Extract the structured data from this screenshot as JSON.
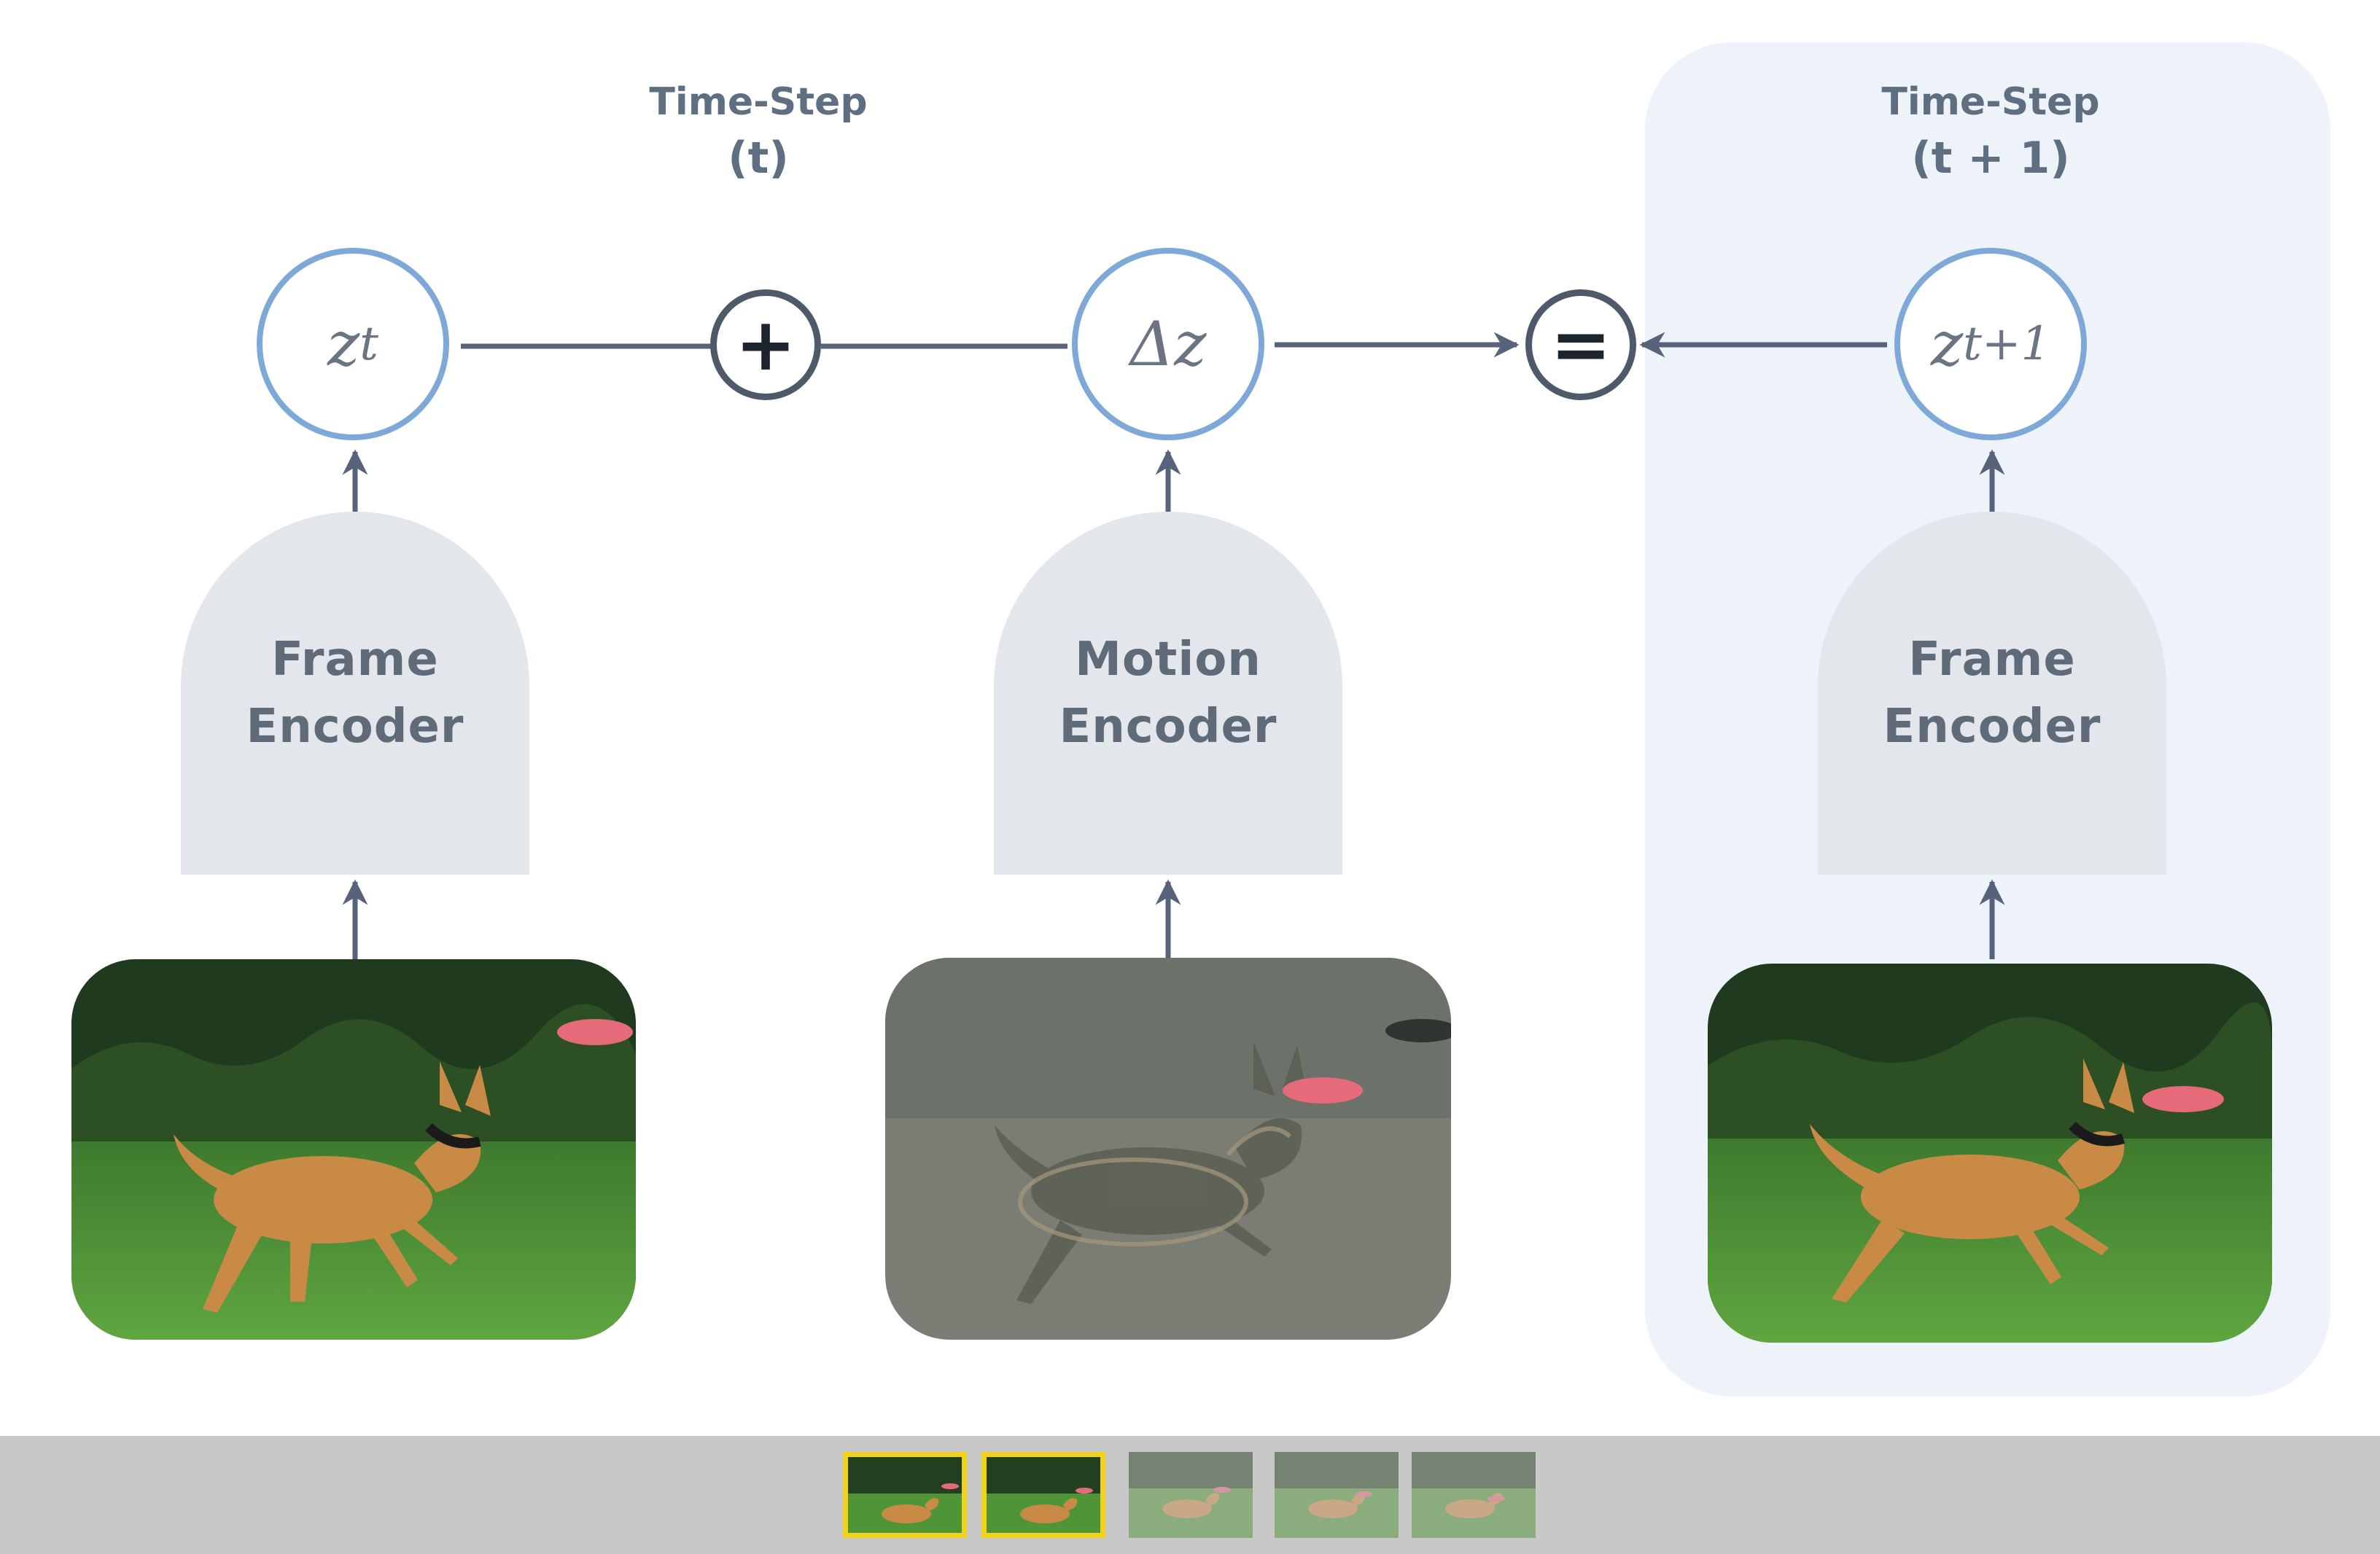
{
  "timesteps": [
    {
      "line1": "Time-Step",
      "line2": "(t)"
    },
    {
      "line1": "Time-Step",
      "line2": "(t + 1)"
    }
  ],
  "nodes": {
    "zt": {
      "base": "z",
      "sub": "t"
    },
    "dz": {
      "base": "Δz"
    },
    "zt1": {
      "base": "z",
      "sub": "t+1"
    }
  },
  "operators": {
    "plus": "+",
    "equals": "="
  },
  "encoders": [
    {
      "line1": "Frame",
      "line2": "Encoder"
    },
    {
      "line1": "Motion",
      "line2": "Encoder"
    },
    {
      "line1": "Frame",
      "line2": "Encoder"
    }
  ],
  "images": [
    {
      "icon": "dog-frame-image"
    },
    {
      "icon": "motion-difference-image"
    },
    {
      "icon": "dog-frame-image"
    }
  ],
  "filmstrip": {
    "thumbnail_count": 5,
    "selected": [
      0,
      1
    ]
  },
  "colors": {
    "node_border": "#7ea8d8",
    "operator_border": "#4e5a69",
    "encoder_fill": "#e3e7ec",
    "panel_fill": "#eef3fa",
    "arrow": "#56637a",
    "selection": "#f3d21c"
  }
}
